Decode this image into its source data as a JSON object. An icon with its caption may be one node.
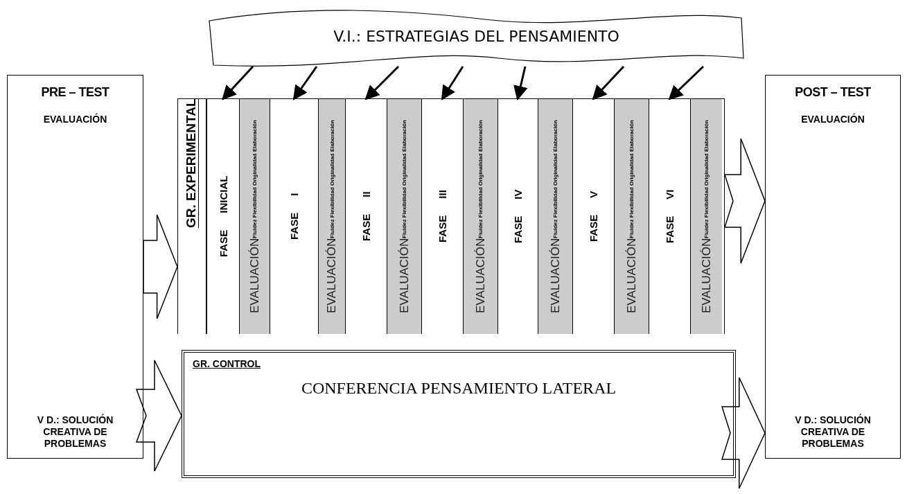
{
  "diagram": {
    "nodes": [
      {
        "text": [
          "V.I.: ESTRATEGIAS DEL PENSAMIENTO"
        ]
      },
      {
        "text": [
          "PRE – TEST",
          "EVALUACIÓN",
          "V D.: SOLUCIÓN CREATIVA DE PROBLEMAS"
        ]
      },
      {
        "text": [
          "GR. EXPERIMENTAL"
        ]
      },
      {
        "text": [
          "FASE INICIAL"
        ],
        "in": 2
      },
      {
        "text": [
          "EVALUACIÓN",
          "Fluidez Flexibilidad Originalidad Elaboración"
        ],
        "in": 2
      },
      {
        "text": [
          "FASE I"
        ],
        "in": 2
      },
      {
        "text": [
          "EVALUACIÓN",
          "Fluidez Flexibilidad Originalidad Elaboración"
        ],
        "in": 2
      },
      {
        "text": [
          "FASE II"
        ],
        "in": 2
      },
      {
        "text": [
          "EVALUACIÓN",
          "Fluidez Flexibilidad Originalidad Elaboración"
        ],
        "in": 2
      },
      {
        "text": [
          "FASE III"
        ],
        "in": 2
      },
      {
        "text": [
          "EVALUACIÓN",
          "Fluidez Flexibilidad Originalidad Elaboración"
        ],
        "in": 2
      },
      {
        "text": [
          "FASE IV"
        ],
        "in": 2
      },
      {
        "text": [
          "EVALUACIÓN",
          "Fluidez Flexibilidad Originalidad Elaboración"
        ],
        "in": 2
      },
      {
        "text": [
          "FASE V"
        ],
        "in": 2
      },
      {
        "text": [
          "EVALUACIÓN",
          "Fluidez Flexibilidad Originalidad Elaboración"
        ],
        "in": 2
      },
      {
        "text": [
          "FASE VI"
        ],
        "in": 2
      },
      {
        "text": [
          "EVALUACIÓN",
          "Fluidez Flexibilidad Originalidad Elaboración"
        ],
        "in": 2
      },
      {
        "text": [
          "GR. CONTROL",
          "CONFERENCIA PENSAMIENTO LATERAL"
        ]
      },
      {
        "text": [
          "POST – TEST",
          "EVALUACIÓN",
          "V D.: SOLUCIÓN CREATIVA DE PROBLEMAS"
        ]
      }
    ],
    "edges": [
      {
        "from": 0,
        "to": 3,
        "arrow": "to"
      },
      {
        "from": 0,
        "to": 5,
        "arrow": "to"
      },
      {
        "from": 0,
        "to": 7,
        "arrow": "to"
      },
      {
        "from": 0,
        "to": 9,
        "arrow": "to"
      },
      {
        "from": 0,
        "to": 11,
        "arrow": "to"
      },
      {
        "from": 0,
        "to": 13,
        "arrow": "to"
      },
      {
        "from": 0,
        "to": 15,
        "arrow": "to"
      },
      {
        "from": 1,
        "to": 2,
        "arrow": "to",
        "style": "thick"
      },
      {
        "from": 1,
        "to": 17,
        "arrow": "to",
        "style": "thick"
      },
      {
        "from": 2,
        "to": 18,
        "arrow": "to",
        "style": "thick"
      },
      {
        "from": 17,
        "to": 18,
        "arrow": "to",
        "style": "thick"
      }
    ]
  }
}
